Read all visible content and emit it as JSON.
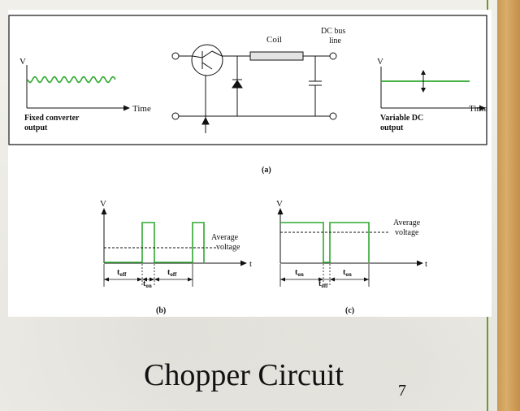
{
  "slide": {
    "title": "Chopper Circuit",
    "page_number": "7"
  },
  "colors": {
    "waveform": "#2ea82e",
    "line": "#111111",
    "right_strip": "#c99a54",
    "accent_line": "#6a9a2c"
  },
  "figure_a": {
    "label": "(a)",
    "v_axis_left": "V",
    "time_left": "Time",
    "input_caption_1": "Fixed converter",
    "input_caption_2": "output",
    "coil_label": "Coil",
    "bus_label_1": "DC bus",
    "bus_label_2": "line",
    "v_axis_right": "V",
    "time_right": "Time",
    "output_caption_1": "Variable DC",
    "output_caption_2": "output"
  },
  "figure_b": {
    "label": "(b)",
    "v_axis": "V",
    "t_axis": "t",
    "avg_1": "Average",
    "avg_2": "voltage",
    "t_off_1": "t",
    "t_off_1_sub": "off",
    "t_on": "t",
    "t_on_sub": "on",
    "t_off_2": "t",
    "t_off_2_sub": "off"
  },
  "figure_c": {
    "label": "(c)",
    "v_axis": "V",
    "t_axis": "t",
    "avg_1": "Average",
    "avg_2": "voltage",
    "t_on_1": "t",
    "t_on_1_sub": "on",
    "t_off": "t",
    "t_off_sub": "off",
    "t_on_2": "t",
    "t_on_2_sub": "on"
  }
}
